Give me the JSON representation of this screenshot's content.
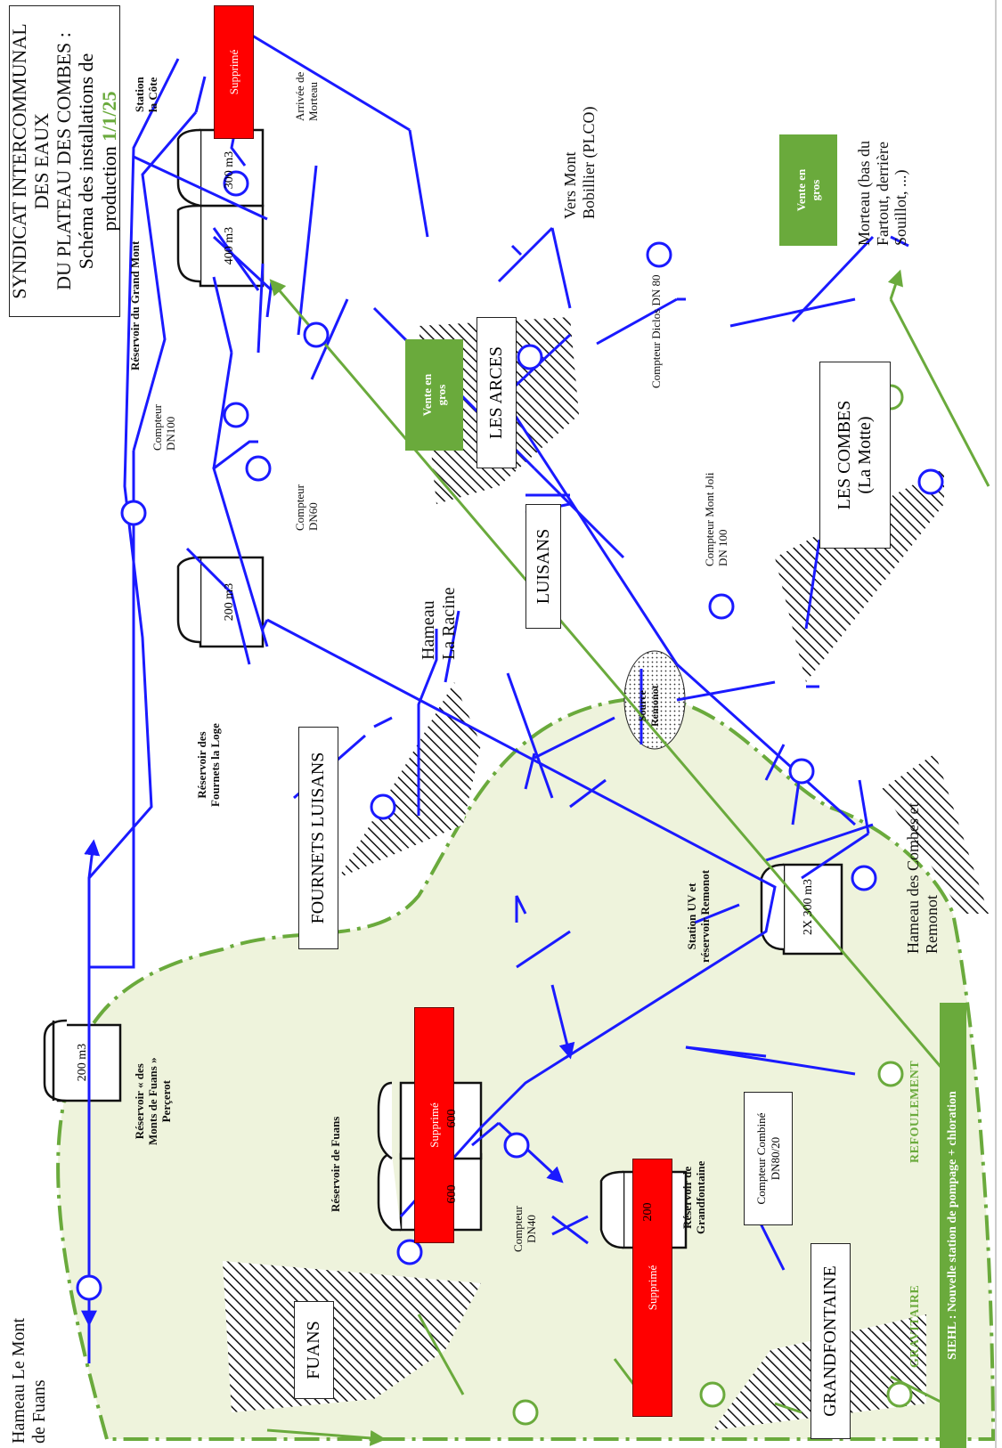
{
  "title": {
    "line1": "SYNDICAT INTERCOMMUNAL DES EAUX",
    "line2": "DU PLATEAU DES COMBES :",
    "line3": "Schéma des installations de production",
    "date": "1/1/25"
  },
  "localities": {
    "fuans": "FUANS",
    "grandfontaine": "GRANDFONTAINE",
    "fournets": "FOURNETS LUISANS",
    "luisans": "LUISANS",
    "arces": "LES ARCES",
    "combes_1": "LES COMBES",
    "combes_2": "(La Motte)"
  },
  "labels": {
    "hameau_mont_1": "Hameau Le Mont",
    "hameau_mont_2": "de Fuans",
    "res_monts_1": "Réservoir « des",
    "res_monts_2": "Monts de Fuans »",
    "res_monts_3": "Perçerot",
    "res_fuans": "Réservoir de Fuans",
    "res_grandf_1": "Réservoir de",
    "res_grandf_2": "Grandfontaine",
    "res_fournets_1": "Réservoir des",
    "res_fournets_2": "Fournets la Loge",
    "res_grandmont": "Réservoir du Grand Mont",
    "station_cote_1": "Station",
    "station_cote_2": "la Côte",
    "arrivee_1": "Arrivée de",
    "arrivee_2": "Morteau",
    "vers_mont_1": "Vers Mont",
    "vers_mont_2": "Bobillier (PLCO)",
    "compteur_diclos": "Compteur Diclos DN 80",
    "compteur_dn100_1": "Compteur",
    "compteur_dn100_2": "DN100",
    "compteur_dn60_1": "Compteur",
    "compteur_dn60_2": "DN60",
    "compteur_dn40_1": "Compteur",
    "compteur_dn40_2": "DN40",
    "compteur_combine_1": "Compteur Combiné",
    "compteur_combine_2": "DN80/20",
    "compteur_montjoli_1": "Compteur Mont Joli",
    "compteur_montjoli_2": "DN 100",
    "hameau_racine_1": "Hameau",
    "hameau_racine_2": "La Racine",
    "source_1": "Source",
    "source_2": "Remonot",
    "station_uv_1": "Station UV et",
    "station_uv_2": "réservoir Remonot",
    "hameau_combes_1": "Hameau des Combes et",
    "hameau_combes_2": "Remonot",
    "morteau_1": "Morteau (bas du",
    "morteau_2": "Fartout, derrière",
    "morteau_3": "Souillot, ...)",
    "refoulement": "REFOULEMENT",
    "gravitaire": "GRAVITAIRE",
    "siehl": "SIEHL : Nouvelle station de pompage + chloration"
  },
  "tanks": {
    "t200_mont": "200 m3",
    "t600_a": "600",
    "t600_b": "600",
    "t200_grandf": "200",
    "t200_fournets": "200 m3",
    "t400": "400 m3",
    "t300": "300 m3",
    "t2x300": "2X 300 m3"
  },
  "tags": {
    "supprime": "Supprimé",
    "vente_1": "Vente en",
    "vente_2": "gros"
  },
  "colors": {
    "pipe": "#1a1aff",
    "green_line": "#6aaa3c",
    "zone_fill": "#eef3dc",
    "red": "#ff0000"
  }
}
